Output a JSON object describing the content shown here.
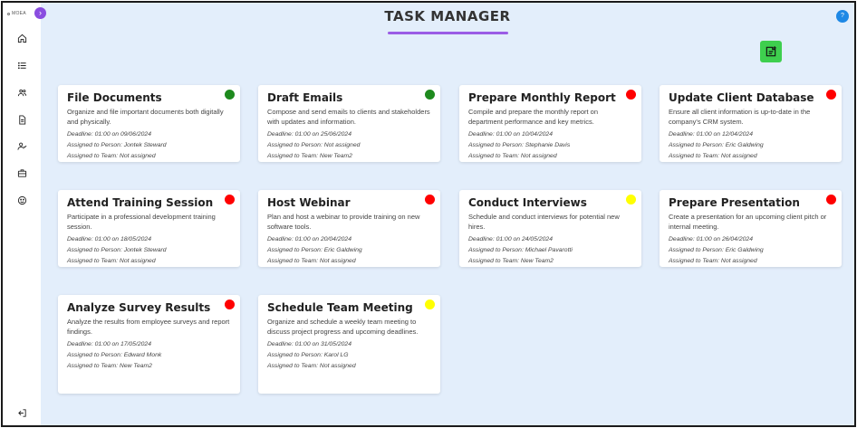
{
  "app": {
    "brand": "MOEA",
    "title": "TASK MANAGER",
    "help_label": "?"
  },
  "colors": {
    "accent": "#9b5de5",
    "add": "#3ecf4e",
    "help": "#1e88e5",
    "green": "#1e8a1e",
    "red": "#ff0000",
    "yellow": "#ffff00"
  },
  "sidebar": {
    "toggle_icon": "chevron-right-icon",
    "items": [
      {
        "icon": "home-icon"
      },
      {
        "icon": "list-icon"
      },
      {
        "icon": "users-icon"
      },
      {
        "icon": "document-icon"
      },
      {
        "icon": "user-check-icon"
      },
      {
        "icon": "briefcase-icon"
      },
      {
        "icon": "face-icon"
      }
    ],
    "logout_icon": "logout-icon"
  },
  "tasks": [
    {
      "title": "File Documents",
      "description": "Organize and file important documents both digitally and physically.",
      "deadline": "Deadline: 01:00 on 09/06/2024",
      "person": "Assigned to Person: Jontek Steward",
      "team": "Assigned to Team: Not assigned",
      "status": "green"
    },
    {
      "title": "Draft Emails",
      "description": "Compose and send emails to clients and stakeholders with updates and information.",
      "deadline": "Deadline: 01:00 on 25/06/2024",
      "person": "Assigned to Person: Not assigned",
      "team": "Assigned to Team: New Team2",
      "status": "green"
    },
    {
      "title": "Prepare Monthly Report",
      "description": "Compile and prepare the monthly report on department performance and key metrics.",
      "deadline": "Deadline: 01:00 on 10/04/2024",
      "person": "Assigned to Person: Stephanie Davis",
      "team": "Assigned to Team: Not assigned",
      "status": "red"
    },
    {
      "title": "Update Client Database",
      "description": "Ensure all client information is up-to-date in the company's CRM system.",
      "deadline": "Deadline: 01:00 on 12/04/2024",
      "person": "Assigned to Person: Eric Galdwing",
      "team": "Assigned to Team: Not assigned",
      "status": "red"
    },
    {
      "title": "Attend Training Session",
      "description": "Participate in a professional development training session.",
      "deadline": "Deadline: 01:00 on 18/05/2024",
      "person": "Assigned to Person: Jontek Steward",
      "team": "Assigned to Team: Not assigned",
      "status": "red"
    },
    {
      "title": "Host Webinar",
      "description": "Plan and host a webinar to provide training on new software tools.",
      "deadline": "Deadline: 01:00 on 20/04/2024",
      "person": "Assigned to Person: Eric Galdwing",
      "team": "Assigned to Team: Not assigned",
      "status": "red"
    },
    {
      "title": "Conduct Interviews",
      "description": "Schedule and conduct interviews for potential new hires.",
      "deadline": "Deadline: 01:00 on 24/05/2024",
      "person": "Assigned to Person: Michael Pavarotti",
      "team": "Assigned to Team: New Team2",
      "status": "yellow"
    },
    {
      "title": "Prepare Presentation",
      "description": "Create a presentation for an upcoming client pitch or internal meeting.",
      "deadline": "Deadline: 01:00 on 26/04/2024",
      "person": "Assigned to Person: Eric Galdwing",
      "team": "Assigned to Team: Not assigned",
      "status": "red"
    },
    {
      "title": "Analyze Survey Results",
      "description": "Analyze the results from employee surveys and report findings.",
      "deadline": "Deadline: 01:00 on 17/05/2024",
      "person": "Assigned to Person: Edward Monk",
      "team": "Assigned to Team: New Team2",
      "status": "red"
    },
    {
      "title": "Schedule Team Meeting",
      "description": "Organize and schedule a weekly team meeting to discuss project progress and upcoming deadlines.",
      "deadline": "Deadline: 01:00 on 31/05/2024",
      "person": "Assigned to Person: Karol LG",
      "team": "Assigned to Team: Not assigned",
      "status": "yellow"
    }
  ]
}
